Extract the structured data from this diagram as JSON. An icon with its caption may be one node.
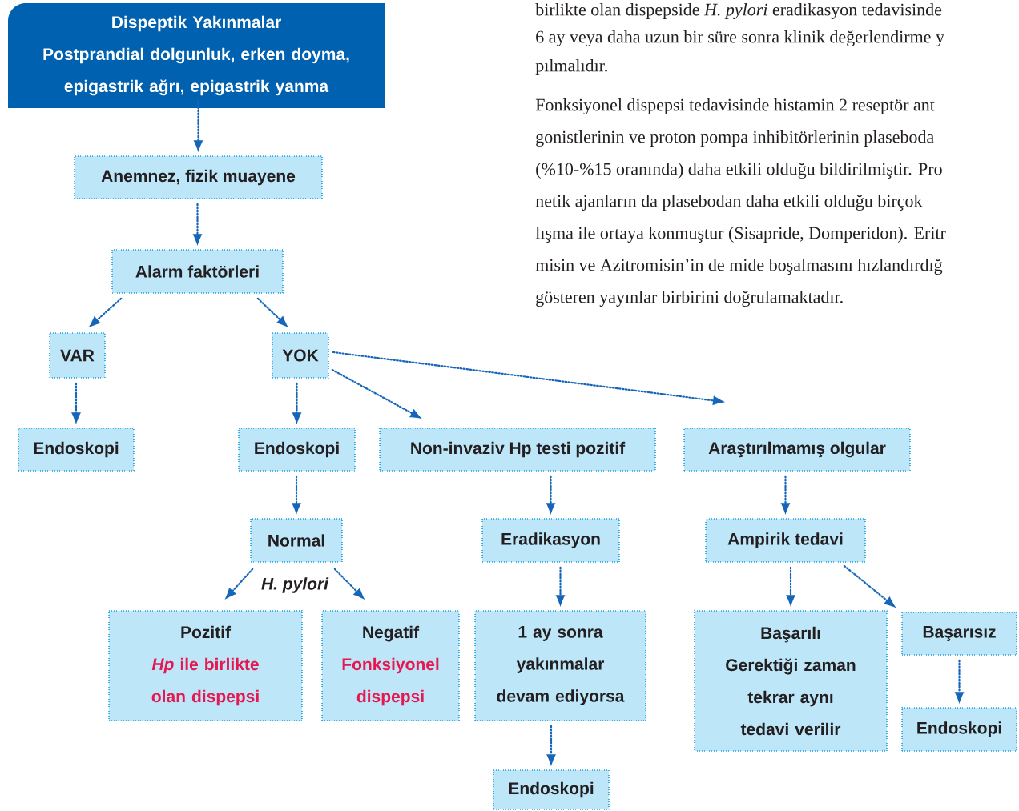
{
  "diagram": {
    "nodes": [
      {
        "text": [
          "Dispeptik Yakınmalar",
          "Postprandial dolgunluk, erken doyma, epigastrik ağrı, epigastrik yanma"
        ]
      },
      {
        "text": [
          "Anemnez, fizik muayene"
        ]
      },
      {
        "text": [
          "Alarm faktörleri"
        ]
      },
      {
        "text": [
          "VAR"
        ]
      },
      {
        "text": [
          "YOK"
        ]
      },
      {
        "text": [
          "Endoskopi"
        ]
      },
      {
        "text": [
          "Endoskopi"
        ]
      },
      {
        "text": [
          "Non-invaziv Hp testi pozitif"
        ]
      },
      {
        "text": [
          "Araştırılmamış olgular"
        ]
      },
      {
        "text": [
          "Normal"
        ]
      },
      {
        "text": [
          "Eradikasyon"
        ]
      },
      {
        "text": [
          "Ampirik tedavi"
        ]
      },
      {
        "text": [
          "Pozitif",
          "*Hp* ile birlikte olan dispepsi"
        ]
      },
      {
        "text": [
          "Negatif",
          "Fonksiyonel dispepsi"
        ]
      },
      {
        "text": [
          "1 ay sonra yakınmalar devam ediyorsa"
        ]
      },
      {
        "text": [
          "Başarılı",
          "Gerektiği zaman tekrar aynı tedavi verilir"
        ]
      },
      {
        "text": [
          "Başarısız"
        ]
      },
      {
        "text": [
          "Endoskopi"
        ]
      },
      {
        "text": [
          "Endoskopi"
        ]
      }
    ],
    "edges": [
      {
        "from": 0,
        "to": 1,
        "arrow": "to"
      },
      {
        "from": 1,
        "to": 2,
        "arrow": "to"
      },
      {
        "from": 2,
        "to": 3,
        "arrow": "to"
      },
      {
        "from": 2,
        "to": 4,
        "arrow": "to"
      },
      {
        "from": 3,
        "to": 5,
        "arrow": "to"
      },
      {
        "from": 4,
        "to": 6,
        "arrow": "to"
      },
      {
        "from": 4,
        "to": 7,
        "arrow": "to"
      },
      {
        "from": 4,
        "to": 8,
        "arrow": "to"
      },
      {
        "from": 6,
        "to": 9,
        "arrow": "to"
      },
      {
        "from": 9,
        "to": 12,
        "arrow": "to"
      },
      {
        "from": 9,
        "to": 13,
        "arrow": "to"
      },
      {
        "from": 7,
        "to": 10,
        "arrow": "to"
      },
      {
        "from": 10,
        "to": 14,
        "arrow": "to"
      },
      {
        "from": 14,
        "to": 17,
        "arrow": "to"
      },
      {
        "from": 8,
        "to": 11,
        "arrow": "to"
      },
      {
        "from": 11,
        "to": 15,
        "arrow": "to"
      },
      {
        "from": 11,
        "to": 16,
        "arrow": "to"
      },
      {
        "from": 16,
        "to": 18,
        "arrow": "to"
      }
    ],
    "labels": [
      "H. pylori",
      "birlikte olan dispepside *H. pylori* eradikasyon tedavisinde",
      "6 ay veya daha uzun bir süre sonra klinik değerlendirme y",
      "pılmalıdır.",
      "Fonksiyonel dispepsi tedavisinde histamin 2 reseptör ant",
      "gonistlerinin ve proton pompa inhibitörlerinin plaseboda",
      "(%10-%15 oranında) daha etkili olduğu bildirilmiştir. Pro",
      "netik ajanların da plasebodan daha etkili olduğu birçok",
      "lışma ile ortaya konmuştur (Sisapride, Domperidon). Eritr",
      "misin ve Azitromisin’in de mide boşalmasını hızlandırdığ",
      "gösteren yayınlar birbirini doğrulamaktadır."
    ]
  }
}
